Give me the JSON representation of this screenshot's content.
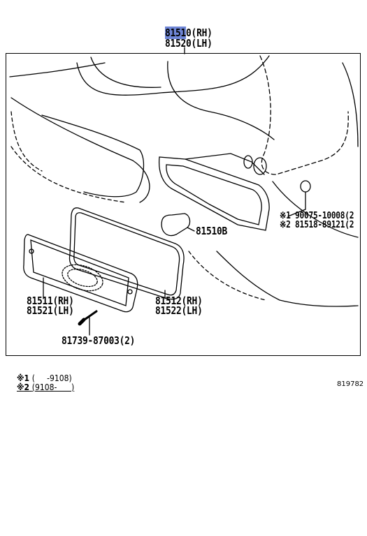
{
  "title": {
    "part1": "81510",
    "part1_code": "8151",
    "part1_tail": "0",
    "part1_side": "(RH)",
    "part2": "81520",
    "part2_side": "(LH)"
  },
  "parts": [
    {
      "id": "81510B",
      "label": "81510B"
    },
    {
      "id": "90075",
      "label": "※1 90075-10008(2"
    },
    {
      "id": "81518",
      "label": "※2 81518-89121(2"
    },
    {
      "id": "81511",
      "rh": "81511(RH)",
      "lh": "81521(LH)"
    },
    {
      "id": "81512",
      "rh": "81512(RH)",
      "lh": "81522(LH)"
    },
    {
      "id": "81739",
      "label": "81739-87003(2)"
    }
  ],
  "footnotes": [
    {
      "mark": "※1",
      "range": "(     -9108)"
    },
    {
      "mark": "※2",
      "range": "(9108-      )"
    }
  ],
  "diagram_code": "819782",
  "colors": {
    "highlight": "#6f86d6",
    "line": "#000000"
  }
}
